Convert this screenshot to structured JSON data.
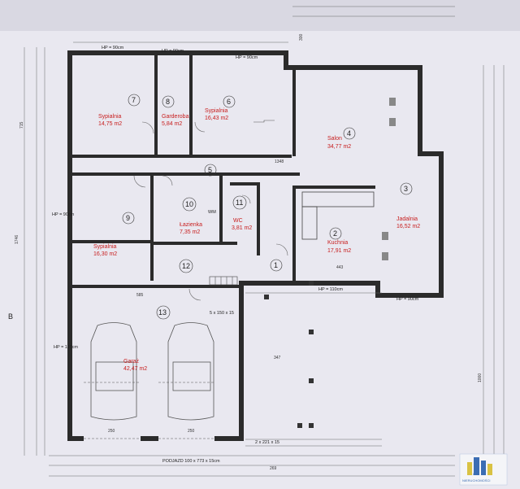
{
  "rooms": [
    {
      "id": "r7",
      "number": "7",
      "name": "Sypialnia",
      "area": "14,75 m2"
    },
    {
      "id": "r8",
      "number": "8",
      "name": "Garderoba",
      "area": "5,84 m2"
    },
    {
      "id": "r6",
      "number": "6",
      "name": "Sypialnia",
      "area": "16,43 m2"
    },
    {
      "id": "r4",
      "number": "4",
      "name": "Salon",
      "area": "34,77 m2"
    },
    {
      "id": "r9",
      "number": "9",
      "name": "Sypialnia",
      "area": "16,30 m2"
    },
    {
      "id": "r10",
      "number": "10",
      "name": "Łazienka",
      "area": "7,35 m2"
    },
    {
      "id": "r11",
      "number": "11",
      "name": "WC",
      "area": "3,81 m2"
    },
    {
      "id": "r2",
      "number": "2",
      "name": "Kuchnia",
      "area": "17,91 m2"
    },
    {
      "id": "r3",
      "number": "3",
      "name": "Jadalnia",
      "area": "16,52 m2"
    },
    {
      "id": "r13",
      "number": "13",
      "name": "Garaż",
      "area": "42,47 m2"
    },
    {
      "id": "r5",
      "number": "5",
      "name": "",
      "area": ""
    },
    {
      "id": "r12",
      "number": "12",
      "name": "",
      "area": ""
    },
    {
      "id": "r1",
      "number": "1",
      "name": "",
      "area": ""
    }
  ],
  "notes": {
    "hp_top_left": "HP = 90cm",
    "hp_top_mid": "HP = 90cm",
    "hp_top_right": "HP = 90cm",
    "hp_left_mid": "HP = 90cm",
    "hp_garage_left": "HP = 115cm",
    "hp_right": "HP = 110cm",
    "hp_right_bottom": "HP = 90cm",
    "stairs": "5 x 150 x 15",
    "driveway": "PODJAZD 100 x 773 x 15cm",
    "steps_bottom": "2 x 221 x 15",
    "section_mark": "B",
    "wm": "WM",
    "dim_1348": "1348",
    "dim_585": "585",
    "dim_347": "347",
    "dim_443": "443",
    "dim_250a": "250",
    "dim_250b": "250",
    "dim_1746": "1746",
    "dim_715": "715",
    "dim_1000": "1000",
    "dim_300": "300",
    "dim_269": "269"
  },
  "logo": {
    "line1": "LSM",
    "line2": "NIERUCHOMOŚCI"
  },
  "colors": {
    "room_text": "#c81e1e",
    "wall": "#2b2b2b",
    "paper": "#e9e8f0"
  }
}
